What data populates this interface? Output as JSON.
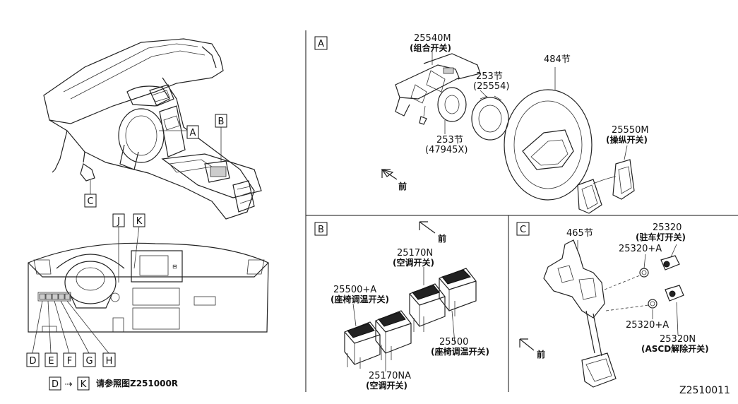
{
  "boxes": {
    "A": "A",
    "B": "B",
    "C": "C",
    "D": "D",
    "E": "E",
    "F": "F",
    "G": "G",
    "H": "H",
    "J": "J",
    "K": "K"
  },
  "reference_note": {
    "from": "D",
    "arrow": "⇢",
    "to": "K",
    "text": "请参照图Z251000R"
  },
  "panel_a": {
    "label": "A",
    "parts": {
      "p25540M_num": "25540M",
      "p25540M_desc": "(组合开关)",
      "p253a_num": "253节",
      "p253a_sub": "(25554)",
      "p484_num": "484节",
      "p253b_num": "253节",
      "p253b_sub": "(47945X)",
      "p25550M_num": "25550M",
      "p25550M_desc": "(操纵开关)"
    },
    "front": "前"
  },
  "panel_b": {
    "label": "B",
    "front": "前",
    "parts": {
      "p25170N_num": "25170N",
      "p25170N_desc": "(空调开关)",
      "p25500A_num": "25500+A",
      "p25500A_desc": "(座椅调温开关)",
      "p25500_num": "25500",
      "p25500_desc": "(座椅调温开关)",
      "p25170NA_num": "25170NA",
      "p25170NA_desc": "(空调开关)"
    }
  },
  "panel_c": {
    "label": "C",
    "front": "前",
    "parts": {
      "p465_num": "465节",
      "p25320_num": "25320",
      "p25320_desc": "(驻车灯开关)",
      "p25320A_top": "25320+A",
      "p25320A_bottom": "25320+A",
      "p25320N_num": "25320N",
      "p25320N_desc": "(ASCD解除开关)"
    }
  },
  "figure_id": "Z2510011"
}
